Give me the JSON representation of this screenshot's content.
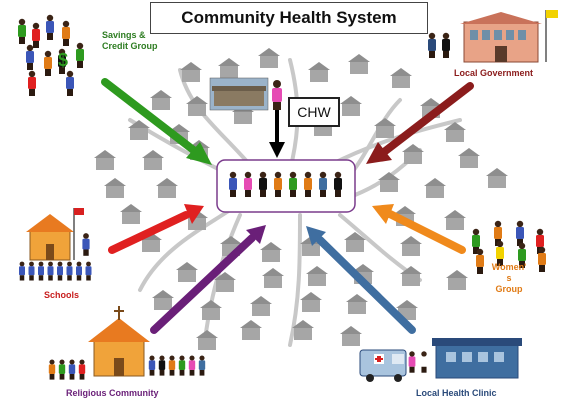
{
  "title": "Community Health System",
  "chw_label": "CHW",
  "labels": {
    "savings_line1": "Savings &",
    "savings_line2": "Credit Group",
    "local_government": "Local Government",
    "schools": "Schools",
    "womens_line1": "Women'",
    "womens_line2": "s",
    "womens_line3": "Group",
    "religious": "Religious Community",
    "clinic": "Local Health Clinic"
  },
  "colors": {
    "savings": "#2e9a1f",
    "local_government": "#8b1c1c",
    "schools": "#e02020",
    "womens": "#f08a1c",
    "religious": "#6a1f78",
    "clinic": "#3f6ea0",
    "chw": "#000000",
    "hub_border": "#7a3b8c",
    "house": "#a6a6a6",
    "path": "#c8c8c8"
  }
}
